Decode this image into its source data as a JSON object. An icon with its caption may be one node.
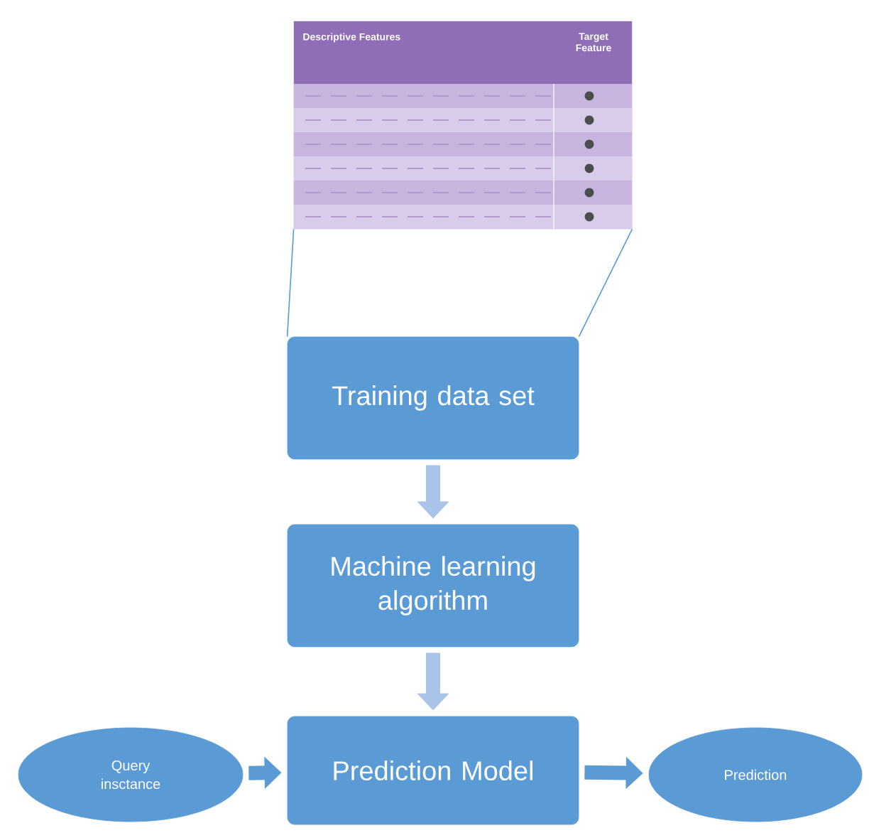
{
  "diagram": {
    "nodes": [
      {
        "text": [
          "Descriptive Features",
          "Target Feature"
        ]
      },
      {
        "text": [
          "Training data set"
        ]
      },
      {
        "text": [
          "Machine learning algorithm"
        ]
      },
      {
        "text": [
          "Prediction Model"
        ]
      },
      {
        "text": [
          "Query insctance"
        ]
      },
      {
        "text": [
          "Prediction"
        ]
      }
    ],
    "edges": [
      {
        "from": 0,
        "to": 1,
        "arrow": "none"
      },
      {
        "from": 1,
        "to": 2,
        "arrow": "to",
        "color": "#a9c4e8"
      },
      {
        "from": 2,
        "to": 3,
        "arrow": "to",
        "color": "#a9c4e8"
      },
      {
        "from": 4,
        "to": 3,
        "arrow": "to"
      },
      {
        "from": 3,
        "to": 5,
        "arrow": "to"
      }
    ]
  }
}
